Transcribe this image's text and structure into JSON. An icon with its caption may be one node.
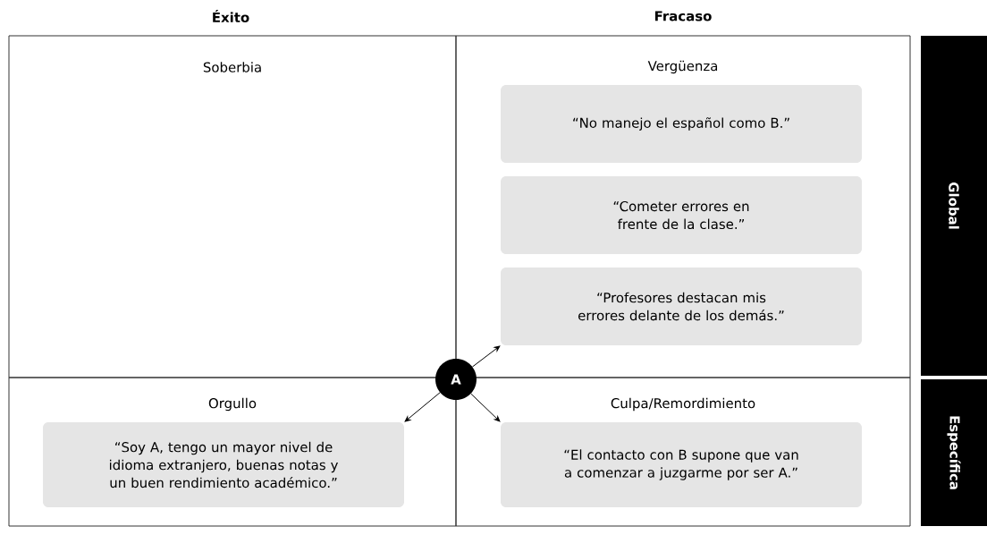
{
  "diagram": {
    "nodes": [
      {
        "text": [
          "Soberbia"
        ]
      },
      {
        "text": [
          "Vergüenza"
        ]
      },
      {
        "text": [
          "“No manejo el español como B.”"
        ],
        "in": 1
      },
      {
        "text": [
          "“Cometer errores en frente de la clase.”"
        ],
        "in": 1
      },
      {
        "text": [
          "“Profesores destacan mis errores delante de los demás.”"
        ],
        "in": 1
      },
      {
        "text": [
          "Global"
        ]
      },
      {
        "text": [
          "Orgullo"
        ]
      },
      {
        "text": [
          "“Soy A, tengo un mayor nivel de idioma extranjero, buenas notas y un buen rendimiento académico.”"
        ],
        "in": 6
      },
      {
        "text": [
          "Culpa/Remordimiento"
        ]
      },
      {
        "text": [
          "“El contacto con B supone que van a comenzar a juzgarme por ser A.”"
        ],
        "in": 8
      },
      {
        "text": [
          "Específica"
        ]
      },
      {
        "text": [
          "A"
        ]
      }
    ],
    "edges": [
      {
        "from": 11,
        "to": 4,
        "arrow": "to"
      },
      {
        "from": 11,
        "to": 7,
        "arrow": "to"
      },
      {
        "from": 11,
        "to": 9,
        "arrow": "to"
      }
    ],
    "labels": [
      "Éxito",
      "Fracaso"
    ]
  }
}
